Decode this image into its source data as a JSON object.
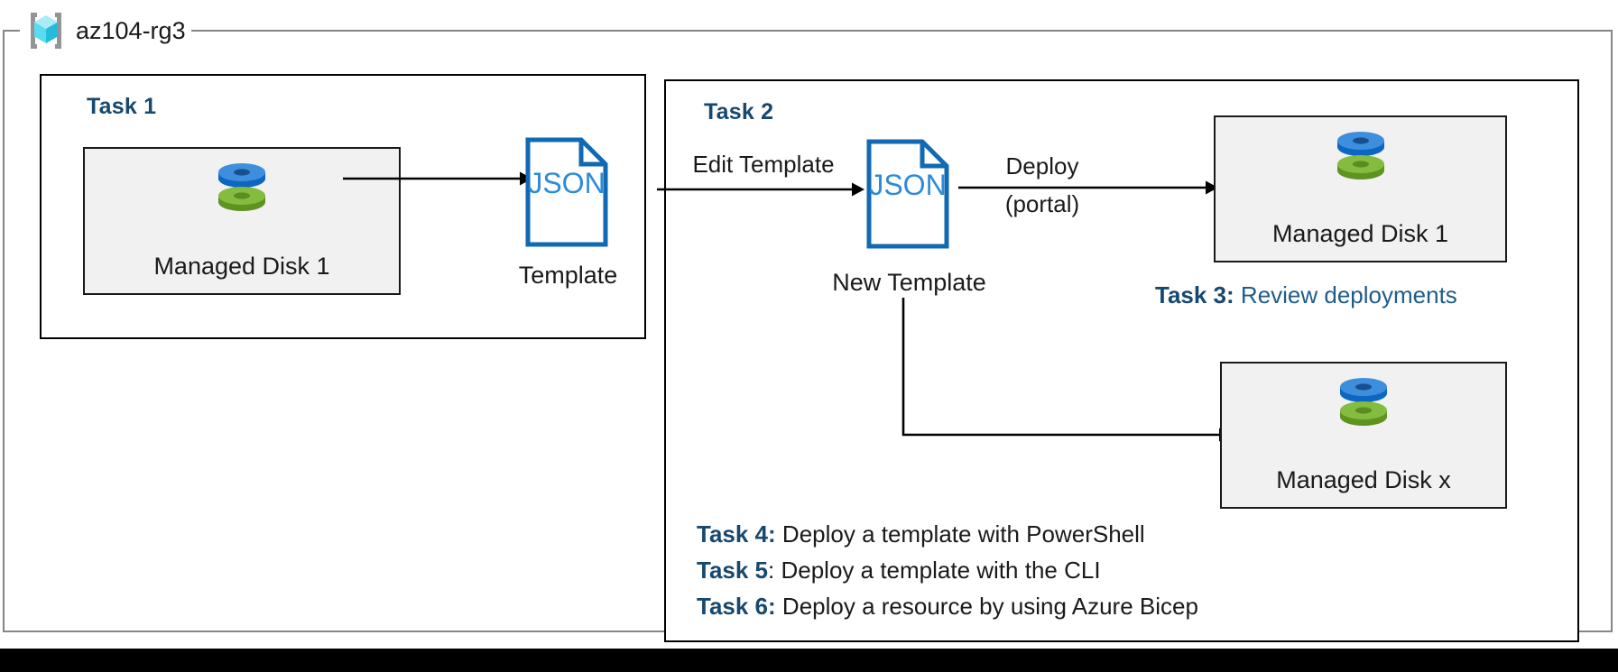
{
  "resource_group": {
    "name": "az104-rg3",
    "icon": "azure-resource-group-icon"
  },
  "groups": [
    {
      "id": "task1",
      "heading": "Task 1"
    },
    {
      "id": "task2",
      "heading": "Task 2"
    }
  ],
  "resources": [
    {
      "id": "managed-disk-1-source",
      "label": "Managed Disk 1",
      "icon": "managed-disk-icon"
    },
    {
      "id": "managed-disk-1-deployed",
      "label": "Managed Disk 1",
      "icon": "managed-disk-icon"
    },
    {
      "id": "managed-disk-x",
      "label": "Managed Disk x",
      "icon": "managed-disk-icon"
    }
  ],
  "templates": [
    {
      "id": "template",
      "badge": "JSON",
      "caption": "Template",
      "icon": "json-document-icon"
    },
    {
      "id": "new-template",
      "badge": "JSON",
      "caption": "New Template",
      "icon": "json-document-icon"
    }
  ],
  "connectors": {
    "export": {
      "label": ""
    },
    "edit": {
      "label": "Edit Template"
    },
    "deploy": {
      "label": "Deploy",
      "sublabel": "(portal)"
    },
    "deploy_alt": {
      "label": ""
    }
  },
  "notes": [
    {
      "id": "task3",
      "key": "Task 3:",
      "separator": "",
      "body": " Review deployments",
      "style": "blue"
    },
    {
      "id": "task4",
      "key": "Task 4:",
      "separator": "",
      "body": " Deploy a template with PowerShell",
      "style": "dark"
    },
    {
      "id": "task5",
      "key": "Task 5",
      "separator": ":",
      "body": " Deploy a template with the CLI",
      "style": "dark"
    },
    {
      "id": "task6",
      "key": "Task 6:",
      "separator": "",
      "body": " Deploy a resource by using Azure Bicep",
      "style": "dark"
    }
  ],
  "colors": {
    "task_heading": "#17486F",
    "note_key": "#17486F",
    "note_blue_body": "#1F5C8B",
    "json_blue": "#1168B3",
    "json_text": "#2E8BD6",
    "card_fill": "#F1F1F1",
    "frame_gray": "#858585",
    "disk_blue": "#3E8EDE",
    "disk_blue_dark": "#0D66C2",
    "disk_green": "#83BC3E",
    "disk_green_dark": "#5E9320",
    "rg_cube_cyan": "#8EE3F5",
    "rg_bracket_gray": "#949494"
  }
}
